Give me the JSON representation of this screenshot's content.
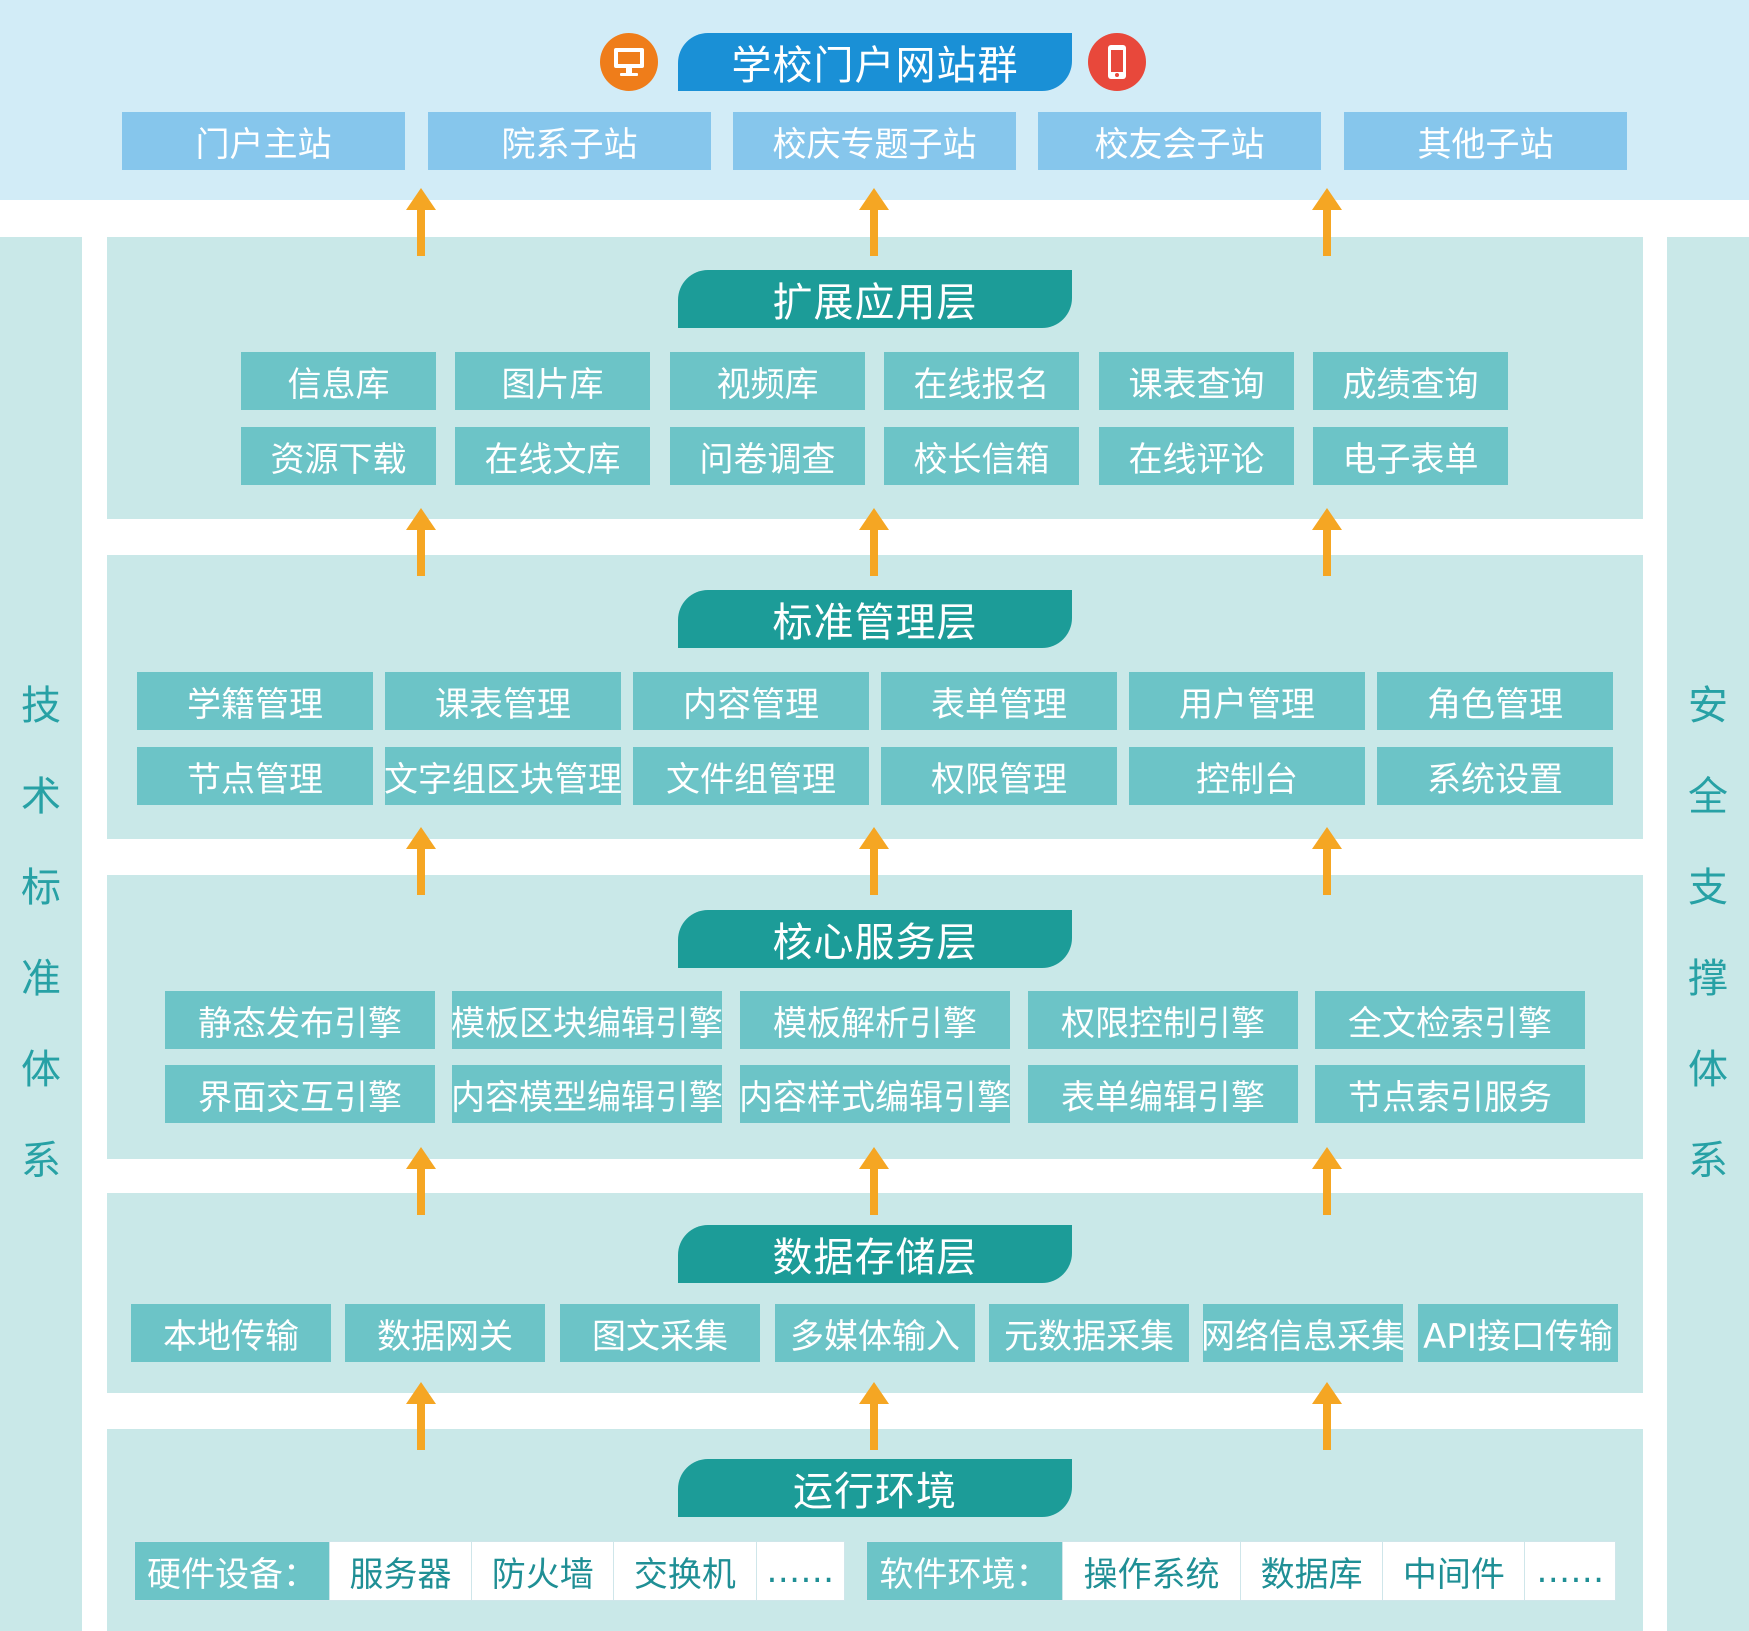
{
  "portal": {
    "title": "学校门户网站群",
    "sites": [
      "门户主站",
      "院系子站",
      "校庆专题子站",
      "校友会子站",
      "其他子站"
    ]
  },
  "side": {
    "left": [
      "技",
      "术",
      "标",
      "准",
      "体",
      "系"
    ],
    "right": [
      "安",
      "全",
      "支",
      "撑",
      "体",
      "系"
    ]
  },
  "layers": {
    "extended": {
      "title": "扩展应用层",
      "items": [
        "信息库",
        "图片库",
        "视频库",
        "在线报名",
        "课表查询",
        "成绩查询",
        "资源下载",
        "在线文库",
        "问卷调查",
        "校长信箱",
        "在线评论",
        "电子表单"
      ]
    },
    "standard": {
      "title": "标准管理层",
      "items": [
        "学籍管理",
        "课表管理",
        "内容管理",
        "表单管理",
        "用户管理",
        "角色管理",
        "节点管理",
        "文字组区块管理",
        "文件组管理",
        "权限管理",
        "控制台",
        "系统设置"
      ]
    },
    "core": {
      "title": "核心服务层",
      "items": [
        "静态发布引擎",
        "模板区块编辑引擎",
        "模板解析引擎",
        "权限控制引擎",
        "全文检索引擎",
        "界面交互引擎",
        "内容模型编辑引擎",
        "内容样式编辑引擎",
        "表单编辑引擎",
        "节点索引服务"
      ]
    },
    "storage": {
      "title": "数据存储层",
      "items": [
        "本地传输",
        "数据网关",
        "图文采集",
        "多媒体输入",
        "元数据采集",
        "网络信息采集",
        "API接口传输"
      ]
    },
    "runtime": {
      "title": "运行环境",
      "hardware": {
        "label": "硬件设备：",
        "items": [
          "服务器",
          "防火墙",
          "交换机",
          "……"
        ]
      },
      "software": {
        "label": "软件环境：",
        "items": [
          "操作系统",
          "数据库",
          "中间件",
          "……"
        ]
      }
    }
  },
  "colors": {
    "top_band": "#d2ecf7",
    "layer_bg": "#c9e8e8",
    "pill_teal": "#1c9c98",
    "pill_blue": "#1a90d6",
    "box_blue": "#86c6ec",
    "box_teal": "#6cc4c7",
    "arrow": "#f5a623",
    "side_text": "#27a1a5",
    "monitor_icon_bg": "#ef7d1a",
    "phone_icon_bg": "#e8483b"
  },
  "icons": {
    "left": "monitor-icon",
    "right": "mobile-phone-icon"
  }
}
